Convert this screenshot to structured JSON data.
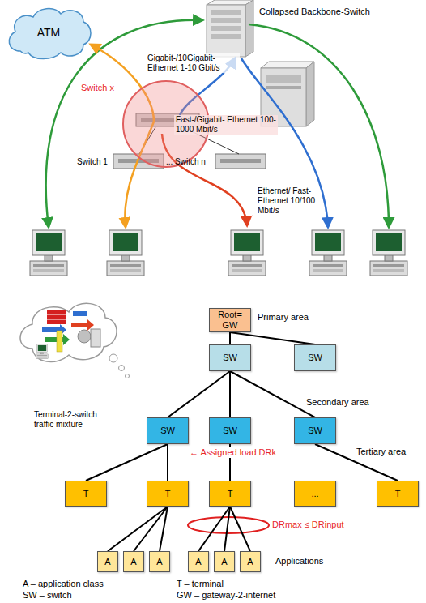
{
  "diagram": {
    "nodes": [
      {
        "text": [
          "ATM"
        ]
      },
      {
        "text": [
          "Switch x"
        ]
      },
      {
        "text": [
          "Root= GW"
        ]
      },
      {
        "text": [
          "SW"
        ]
      },
      {
        "text": [
          "SW"
        ]
      },
      {
        "text": [
          "SW"
        ]
      },
      {
        "text": [
          "SW"
        ]
      },
      {
        "text": [
          "SW"
        ]
      },
      {
        "text": [
          "T"
        ]
      },
      {
        "text": [
          "T"
        ]
      },
      {
        "text": [
          "T"
        ]
      },
      {
        "text": [
          "..."
        ]
      },
      {
        "text": [
          "T"
        ]
      },
      {
        "text": [
          "A"
        ]
      },
      {
        "text": [
          "A"
        ]
      },
      {
        "text": [
          "A"
        ]
      },
      {
        "text": [
          "A"
        ]
      },
      {
        "text": [
          "A"
        ]
      },
      {
        "text": [
          "A"
        ]
      }
    ],
    "edges": [
      {
        "from": 2,
        "to": 3,
        "arrow": "none"
      },
      {
        "from": 2,
        "to": 4,
        "arrow": "none"
      },
      {
        "from": 3,
        "to": 5,
        "arrow": "none"
      },
      {
        "from": 3,
        "to": 6,
        "arrow": "none"
      },
      {
        "from": 3,
        "to": 7,
        "arrow": "none"
      },
      {
        "from": 5,
        "to": 8,
        "arrow": "none"
      },
      {
        "from": 5,
        "to": 9,
        "arrow": "none"
      },
      {
        "from": 6,
        "to": 10,
        "arrow": "none"
      },
      {
        "from": 7,
        "to": 12,
        "arrow": "none"
      },
      {
        "from": 9,
        "to": 13,
        "arrow": "none"
      },
      {
        "from": 9,
        "to": 14,
        "arrow": "none"
      },
      {
        "from": 9,
        "to": 15,
        "arrow": "none"
      },
      {
        "from": 10,
        "to": 16,
        "arrow": "none"
      },
      {
        "from": 10,
        "to": 17,
        "arrow": "none"
      },
      {
        "from": 10,
        "to": 18,
        "arrow": "none"
      }
    ],
    "labels": [
      "Collapsed Backbone-Switch",
      "Gigabit-/10Gigabit- Ethernet 1-10 Gbit/s",
      "Fast-/Gigabit- Ethernet 100-1000 Mbit/s",
      "Switch 1",
      "... Switch n",
      "Ethernet/ Fast-Ethernet 10/100 Mbit/s",
      "Terminal-2-switch traffic mixture",
      "Primary area",
      "Secondary area",
      "Tertiary area",
      "← Assigned load DRk",
      "DRmax ≤ DRinput",
      "Applications",
      "A – application class",
      "SW – switch",
      "T – terminal",
      "GW – gateway-2-internet"
    ]
  }
}
